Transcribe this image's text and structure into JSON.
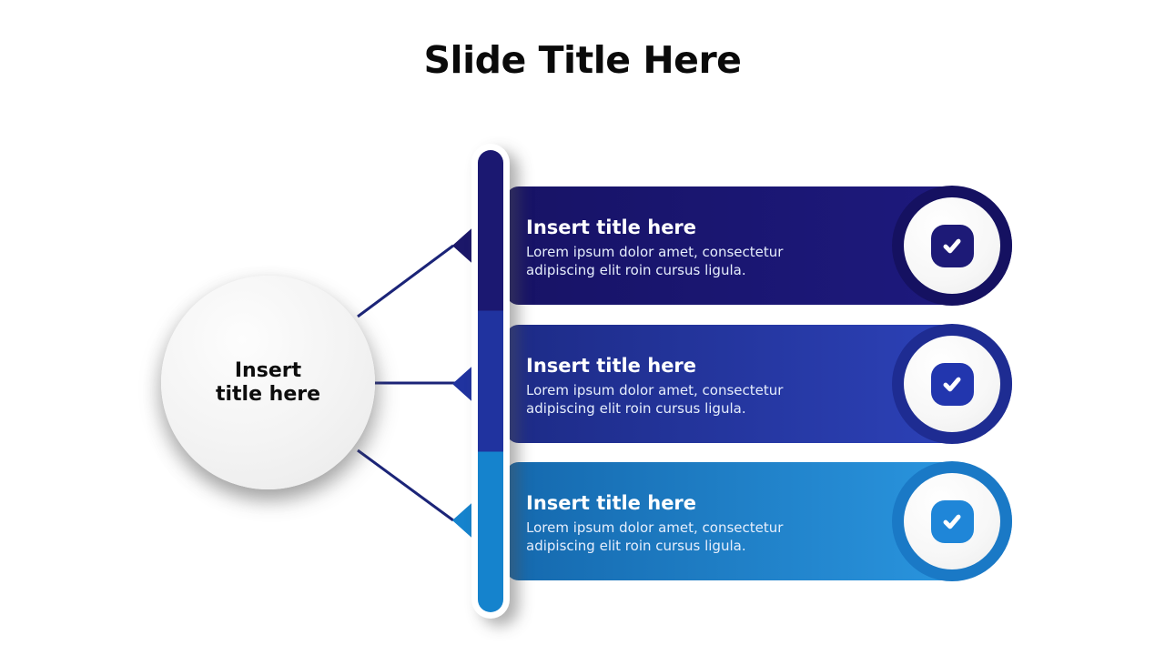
{
  "slide": {
    "title": "Slide Title Here",
    "background_color": "#ffffff"
  },
  "center_circle": {
    "label_line1": "Insert",
    "label_line2": "title here",
    "fill_color": "#f3f3f3",
    "text_color": "#0d0d0d"
  },
  "connector_color": "#1b2478",
  "bar": {
    "outline_color": "#ffffff",
    "segment_colors": [
      "#1b1871",
      "#20339f",
      "#1583cd"
    ]
  },
  "rows": [
    {
      "title": "Insert title here",
      "body": "Lorem ipsum dolor amet, consectetur adipiscing elit roin cursus ligula.",
      "icon": "check-icon",
      "color_start": "#171366",
      "color_end": "#1e1a80",
      "ring_color": "#151161",
      "badge_color": "#1d1a77",
      "arrow_color": "#1b1769"
    },
    {
      "title": "Insert title here",
      "body": "Lorem ipsum dolor amet, consectetur adipiscing elit roin cursus ligula.",
      "icon": "check-icon",
      "color_start": "#1d2b87",
      "color_end": "#2e44bd",
      "ring_color": "#1e2c92",
      "badge_color": "#2236ae",
      "arrow_color": "#20339f"
    },
    {
      "title": "Insert title here",
      "body": "Lorem ipsum dolor amet, consectetur adipiscing elit roin cursus ligula.",
      "icon": "check-icon",
      "color_start": "#1569ae",
      "color_end": "#2c9ae4",
      "ring_color": "#1a79c6",
      "badge_color": "#1f86d8",
      "arrow_color": "#1583cd"
    }
  ]
}
